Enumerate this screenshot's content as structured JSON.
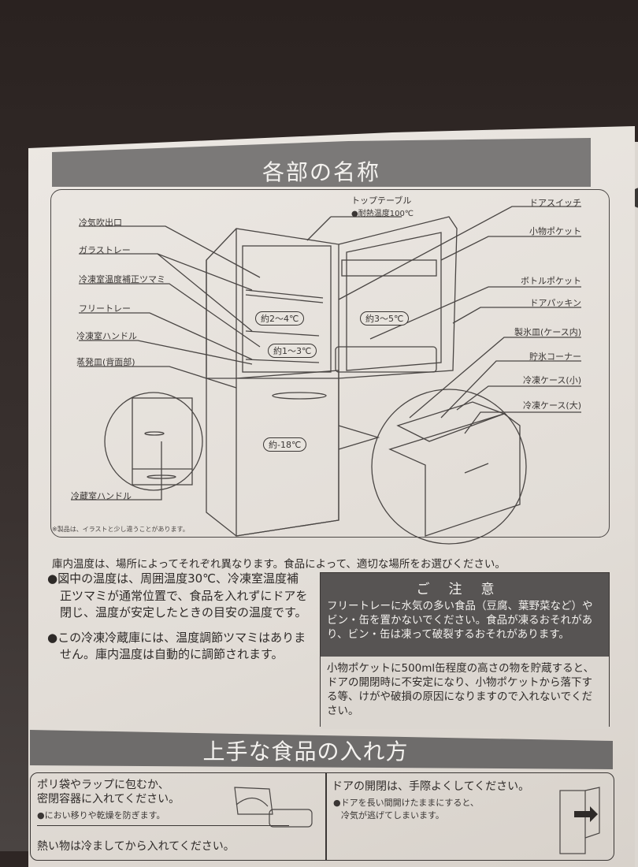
{
  "page": {
    "section1_title": "各部の名称",
    "diagram": {
      "top_labels": {
        "top_table": "トップテーブル",
        "top_table_note": "●耐熱温度100℃"
      },
      "left_labels": [
        "冷気吹出口",
        "ガラストレー",
        "冷凍室温度補正ツマミ",
        "フリートレー",
        "冷凍室ハンドル",
        "蒸発皿(背面部)"
      ],
      "right_labels": [
        "ドアスイッチ",
        "小物ポケット",
        "ボトルポケット",
        "ドアパッキン",
        "製氷皿(ケース内)",
        "貯氷コーナー",
        "冷凍ケース(小)",
        "冷凍ケース(大)"
      ],
      "inset_label": "冷蔵室ハンドル",
      "temperatures": {
        "fridge_upper": "約2～4℃",
        "door": "約3～5℃",
        "free_tray": "約1～3℃",
        "freezer": "約-18℃"
      },
      "footnote": "※製品は、イラストと少し違うことがあります。"
    },
    "intro_text": "庫内温度は、場所によってそれぞれ異なります。食品によって、適切な場所をお選びください。",
    "bullets": [
      "●図中の温度は、周囲温度30℃、冷凍室温度補正ツマミが通常位置で、食品を入れずにドアを閉じ、温度が安定したときの目安の温度です。",
      "●この冷凍冷蔵庫には、温度調節ツマミはありません。庫内温度は自動的に調節されます。"
    ],
    "caution": {
      "title": "ご注意",
      "items": [
        "フリートレーに水気の多い食品（豆腐、葉野菜など）やビン・缶を置かないでください。食品が凍るおそれがあり、ビン・缶は凍って破裂するおそれがあります。",
        "小物ポケットに500ml缶程度の高さの物を貯蔵すると、ドアの開閉時に不安定になり、小物ポケットから落下する等、けがや破損の原因になりますので入れないでください。"
      ]
    },
    "section2_title": "上手な食品の入れ方",
    "tips": {
      "left": {
        "heading_line1": "ポリ袋やラップに包むか、",
        "heading_line2": "密閉容器に入れてください。",
        "sub": "●におい移りや乾燥を防ぎます。",
        "next_heading": "熱い物は冷ましてから入れてください。"
      },
      "right": {
        "heading": "ドアの開閉は、手際よくしてください。",
        "sub_line1": "●ドアを長い間開けたままにすると、",
        "sub_line2": "冷気が逃げてしまいます。"
      }
    }
  }
}
